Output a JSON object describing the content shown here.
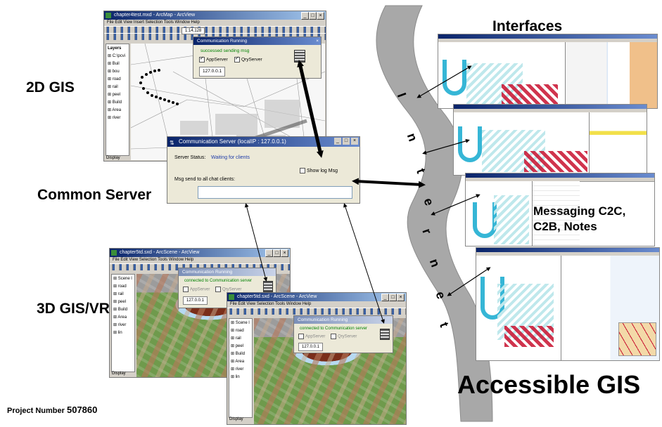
{
  "labels": {
    "gis2d": "2D GIS",
    "common_server": "Common Server",
    "gis3d": "3D GIS/VR",
    "interfaces": "Interfaces",
    "messaging": "Messaging C2C,\nC2B, Notes",
    "accessible": "Accessible GIS",
    "project_prefix": "Project Number",
    "project_number": "507860"
  },
  "internet_letters": [
    "I",
    "n",
    "t",
    "e",
    "r",
    "n",
    "e",
    "t"
  ],
  "arcmap": {
    "title": "chapter4test.mxd - ArcMap - ArcView",
    "menu": "File  Edit  View  Insert  Selection  Tools  Window  Help",
    "scale": "1:14,128",
    "toc_header": "Layers",
    "toc_items": [
      "C:\\pcvi",
      "Buil",
      "bou",
      "road",
      "rail",
      "peel",
      "Build",
      "Area",
      "river"
    ],
    "tab": "Display"
  },
  "comm_top": {
    "title": "Communication Running",
    "status": "successed sending msg",
    "check1": "AppServer",
    "check2": "QryServer",
    "ip": "127.0.0.1"
  },
  "server": {
    "title": "Communication Server (localIP : 127.0.0.1)",
    "status_label": "Server Status:",
    "status_value": "Waiting for clients",
    "show_log": "Show log Msg",
    "msg_label": "Msg send to all chat clients:"
  },
  "arcscene1": {
    "title": "chapter5td.sxd - ArcScene - ArcView",
    "menu": "File  Edit  View  Selection  Tools  Window  Help",
    "toc_items": [
      "Scene l",
      "road",
      "rail",
      "peel",
      "Build",
      "Area",
      "river",
      "lin"
    ],
    "tab": "Display"
  },
  "comm_mid": {
    "title": "Communication Running",
    "status": "connected to Communication server",
    "check1": "AppServer",
    "check2": "QryServer",
    "ip": "127.0.0.1"
  },
  "arcscene2": {
    "title": "chapter5td.sxd - ArcScene - ArcView",
    "menu": "File  Edit  View  Selection  Tools  Window  Help",
    "toc_items": [
      "Scene l",
      "road",
      "rail",
      "peel",
      "Build",
      "Area",
      "river",
      "lin"
    ],
    "tab": "Display"
  },
  "comm_low": {
    "title": "Communication Running",
    "status": "connected to Communication server",
    "check1": "AppServer",
    "check2": "QryServer",
    "ip": "127.0.0.1"
  },
  "colors": {
    "ribbon": "#a0a0a0",
    "river_blue": "#36b6d6",
    "buildings_red": "#c8102e",
    "status_green": "#008000"
  }
}
